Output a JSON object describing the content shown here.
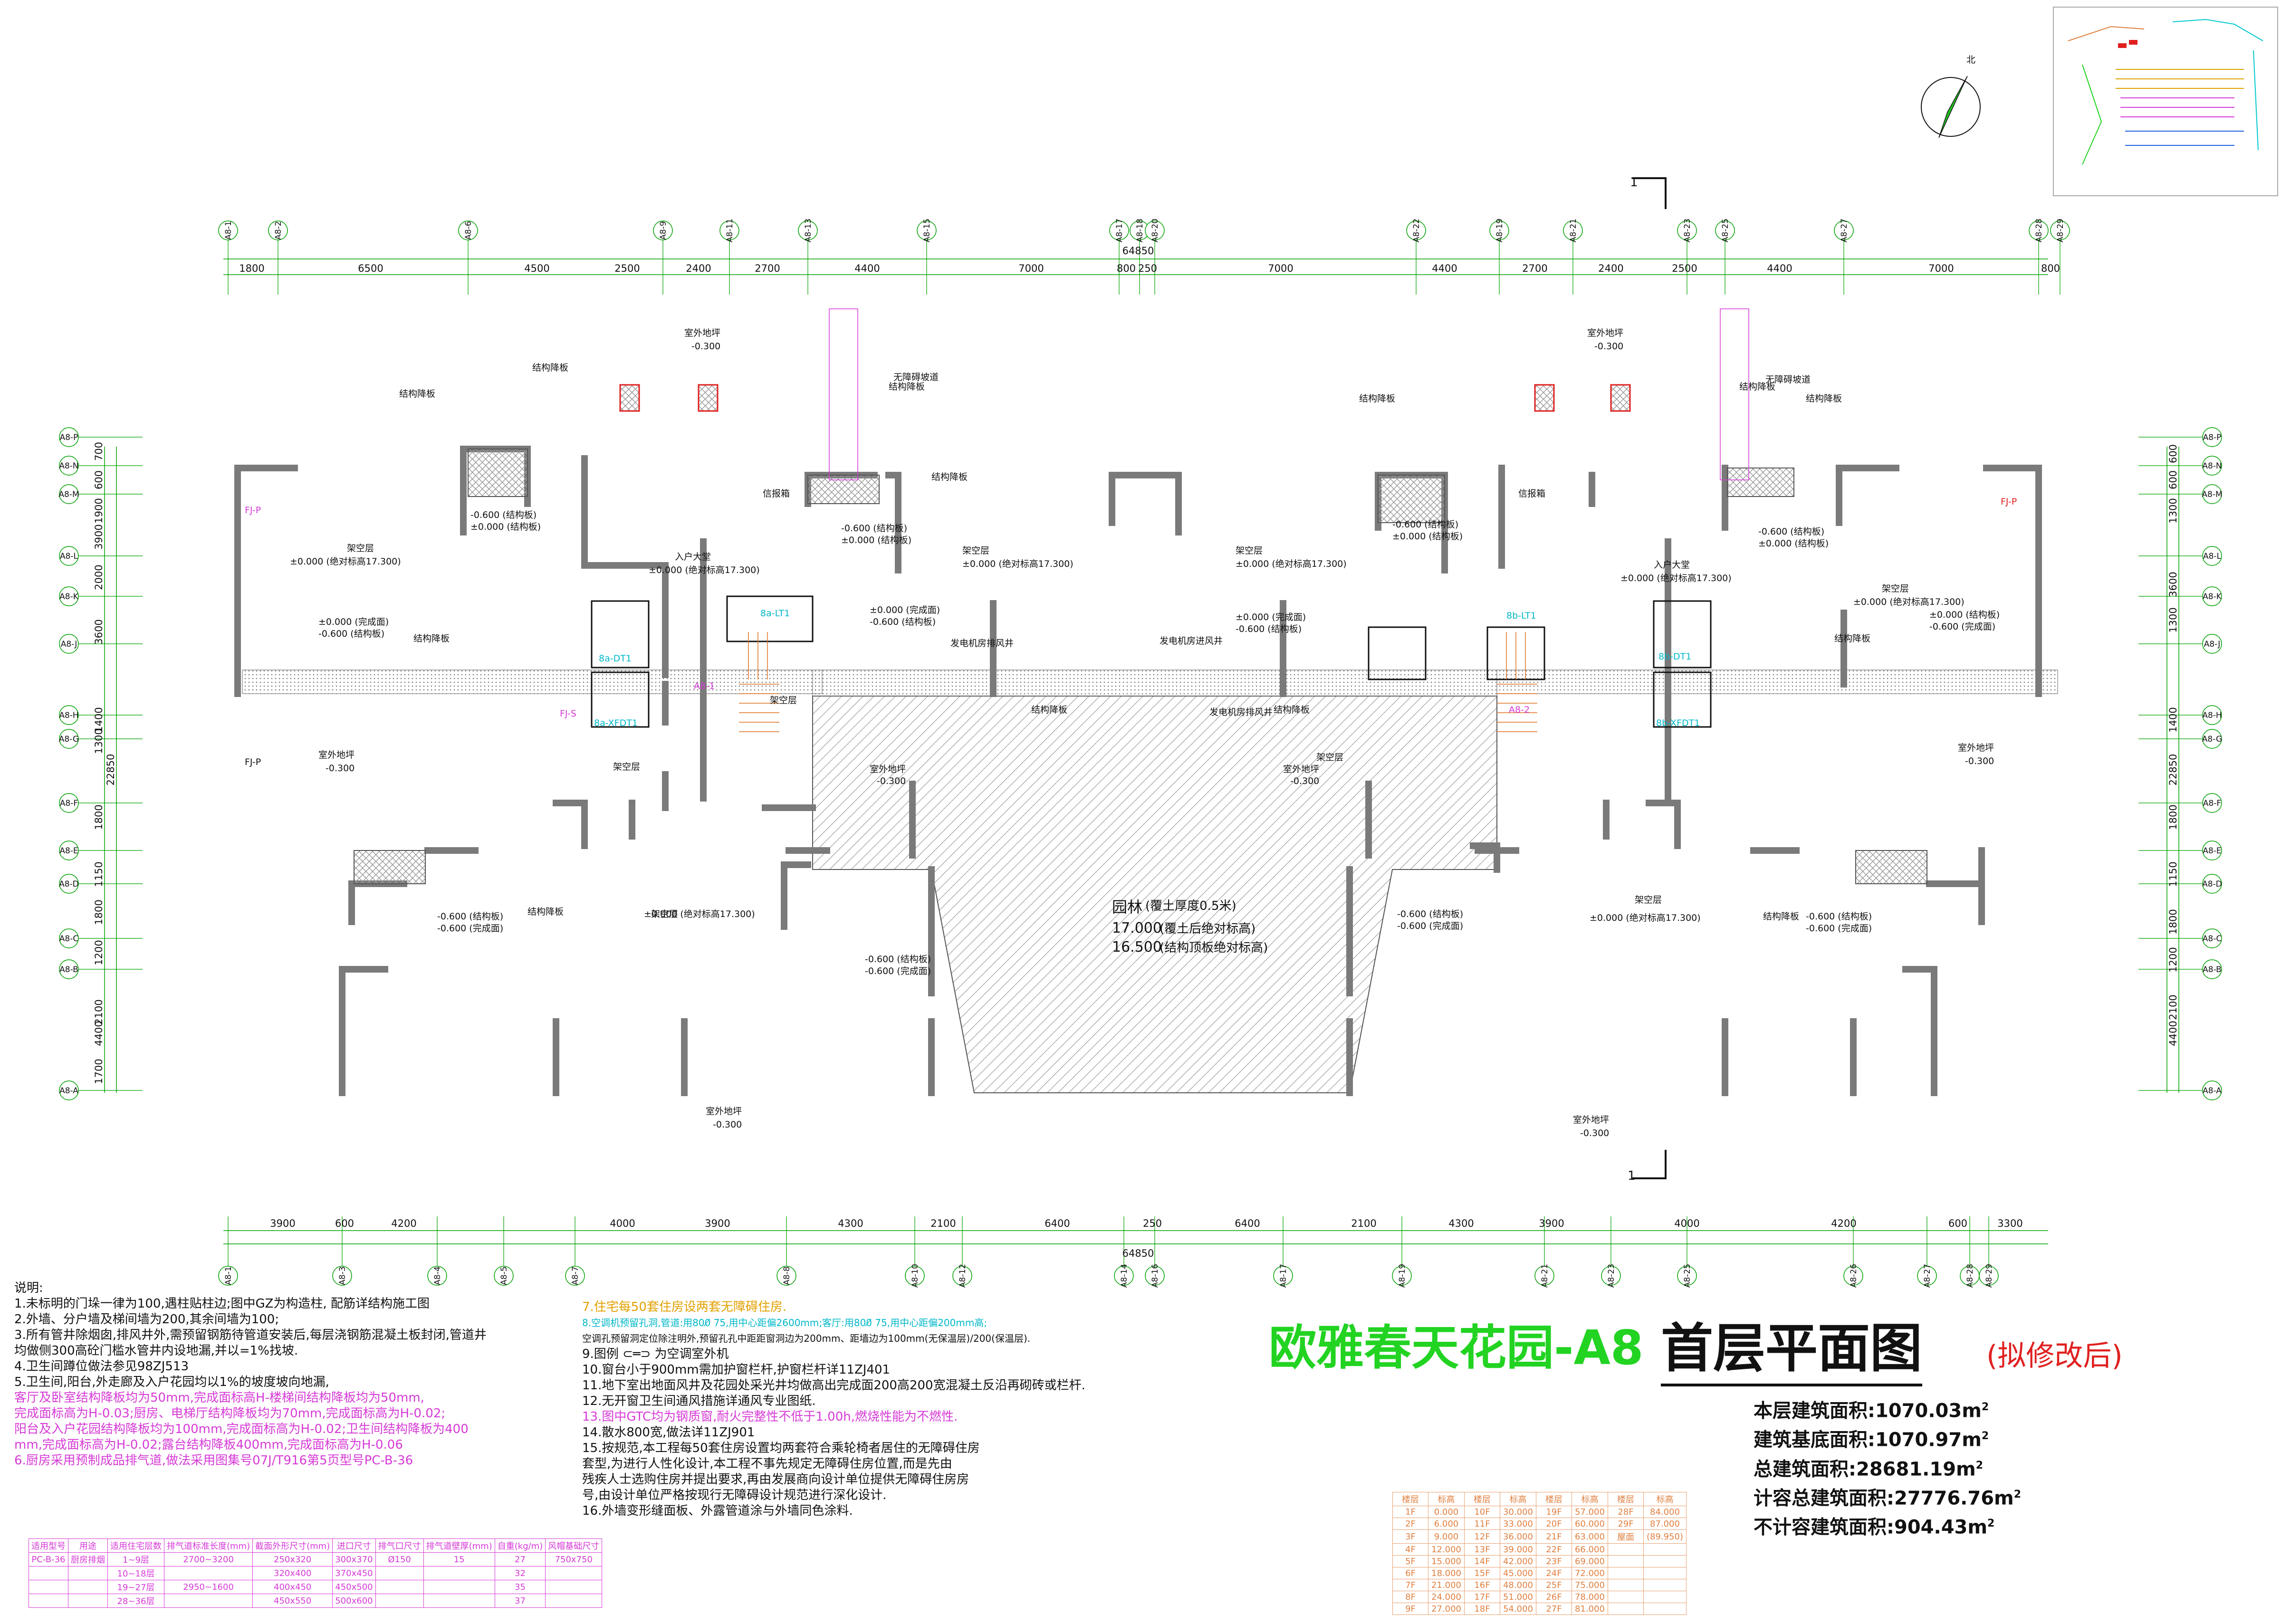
{
  "top_axes": [
    "A8-1",
    "A8-2",
    "A8-6",
    "A8-9",
    "A8-11",
    "A8-13",
    "A8-15",
    "A8-17",
    "A8-18",
    "A8-20",
    "A8-22",
    "A8-19",
    "A8-21",
    "A8-23",
    "A8-25",
    "A8-27",
    "A8-28",
    "A8-29"
  ],
  "bottom_axes": [
    "A8-1",
    "A8-3",
    "A8-4",
    "A8-5",
    "A8-7",
    "A8-8",
    "A8-10",
    "A8-12",
    "A8-14",
    "A8-16",
    "A8-17",
    "A8-19",
    "A8-21",
    "A8-23",
    "A8-25",
    "A8-26",
    "A8-27",
    "A8-28",
    "A8-29"
  ],
  "left_axes": [
    "A8-P",
    "A8-N",
    "A8-M",
    "A8-L",
    "A8-K",
    "A8-J",
    "A8-H",
    "A8-G",
    "A8-F",
    "A8-E",
    "A8-D",
    "A8-C",
    "A8-B",
    "A8-A"
  ],
  "right_axes": [
    "A8-P",
    "A8-N",
    "A8-M",
    "A8-L",
    "A8-K",
    "A8-J",
    "A8-H",
    "A8-G",
    "A8-F",
    "A8-E",
    "A8-D",
    "A8-C",
    "A8-B",
    "A8-A"
  ],
  "top_overall_dim": "64850",
  "bottom_overall_dim": "64850",
  "top_dims": [
    "1800",
    "6500",
    "4500",
    "2500",
    "2400",
    "2700",
    "4400",
    "7000",
    "800",
    "250",
    "7000",
    "4400",
    "2700",
    "2400",
    "2500",
    "4400",
    "7000",
    "800"
  ],
  "bottom_dims": [
    "3900",
    "600",
    "4200",
    "4000",
    "3900",
    "4300",
    "2100",
    "6400",
    "250",
    "6400",
    "2100",
    "4300",
    "3900",
    "4000",
    "4200",
    "600",
    "3300"
  ],
  "left_dims": [
    "700",
    "600",
    "1900",
    "3900",
    "2000",
    "3600",
    "1400",
    "1300",
    "1800",
    "1150",
    "1800",
    "1200",
    "2100",
    "4400",
    "1700"
  ],
  "right_dims": [
    "600",
    "600",
    "1300",
    "3600",
    "1300",
    "1400",
    "22850",
    "1800",
    "1150",
    "1800",
    "1200",
    "2100",
    "4400"
  ],
  "overall_height_dim": "22850",
  "room_labels": {
    "outdoor_ground": "室外地坪",
    "outdoor_level": "-0.300",
    "stilt_floor": "架空层",
    "stilt_level": "±0.000 (绝对标高17.300)",
    "entrance_hall": "入户大堂",
    "entrance_level": "±0.000 (绝对标高17.300)",
    "mailbox": "信报箱",
    "lower_plate": "结构降板",
    "finish_floor": "±0.000 (完成面)",
    "struct_floor": "-0.600 (结构板)",
    "finish_floor2": "-0.600 (完成面)",
    "struct_floor2": "±0.000 (结构板)",
    "barrier_ramp": "无障碍坡道",
    "generator_vent": "发电机房排风井",
    "generator_intake": "发电机房进风井",
    "garden": "园林",
    "garden_soil": "(覆土厚度0.5米)",
    "garden_top": "17.000",
    "garden_top_note": "(覆土后绝对标高)",
    "garden_struct": "16.500",
    "garden_struct_note": "(结构顶板绝对标高)",
    "lift_8a_lt1": "8a-LT1",
    "lift_8a_dt1": "8a-DT1",
    "lift_8a_xfdt1": "8a-XFDT1",
    "lift_8b_lt1": "8b-LT1",
    "lift_8b_dt1": "8b-DT1",
    "lift_8b_xfdt1": "8b-XFDT1",
    "fjp": "FJ-P",
    "fjs": "FJ-S",
    "section_mark": "1",
    "north": "北",
    "stair_a": "A8-1",
    "stair_b": "A8-2"
  },
  "notes_left": [
    "说明:",
    "1.未标明的门垛一律为100,遇柱贴柱边;图中GZ为构造柱, 配筋详结构施工图",
    "2.外墙、分户墙及梯间墙为200,其余间墙为100;",
    "3.所有管井除烟囱,排风井外,需预留钢筋待管道安装后,每层浇钢筋混凝土板封闭,管道井",
    "   均做侧300高砼门槛水管井内设地漏,并以=1%找坡.",
    "4.卫生间蹲位做法参见98ZJ513",
    "5.卫生间,阳台,外走廊及入户花园均以1%的坡度坡向地漏,"
  ],
  "notes_left_magenta": [
    "   客厅及卧室结构降板均为50mm,完成面标高H-楼梯间结构降板均为50mm,",
    "   完成面标高为H-0.03;厨房、电梯厅结构降板均为70mm,完成面标高为H-0.02;",
    "   阳台及入户花园结构降板均为100mm,完成面标高为H-0.02;卫生间结构降板为400",
    "   mm,完成面标高为H-0.02;露台结构降板400mm,完成面标高为H-0.06",
    "6.厨房采用预制成品排气道,做法采用图集号07J/T916第5页型号PC-B-36"
  ],
  "notes_right": [
    "7.住宅每50套住房设两套无障碍住房.",
    "8.空调机预留孔洞,管道:用800̸ 75,用中心距偏2600mm;客厅:用800̸ 75,用中心距偏200mm高;",
    "   空调孔预留洞定位除注明外,预留孔孔中距距窗洞边为200mm、距墙边为100mm(无保温层)/200(保温层).",
    "9.图例 ⊂═⊃ 为空调室外机",
    "10.窗台小于900mm需加护窗栏杆,护窗栏杆详11ZJ401",
    "11.地下室出地面风井及花园处采光井均做高出完成面200高200宽混凝土反沿再砌砖或栏杆.",
    "12.无开窗卫生间通风措施详通风专业图纸.",
    "13.图中GTC均为钢质窗,耐火完整性不低于1.00h,燃烧性能为不燃性.",
    "14.散水800宽,做法详11ZJ901",
    "15.按规范,本工程每50套住房设置均两套符合乘轮椅者居住的无障碍住房",
    "   套型,为进行人性化设计,本工程不事先规定无障碍住房位置,而是先由",
    "   残疾人士选购住房并提出要求,再由发展商向设计单位提供无障碍住房房",
    "   号,由设计单位严格按现行无障碍设计规范进行深化设计.",
    "16.外墙变形缝面板、外露管道涂与外墙同色涂料."
  ],
  "title": {
    "project": "欧雅春天花园-A8",
    "plan": "首层平面图",
    "note": "(拟修改后)"
  },
  "areas": [
    {
      "label": "本层建筑面积:",
      "value": "1070.03m",
      "sup": "2"
    },
    {
      "label": "建筑基底面积:",
      "value": "1070.97m",
      "sup": "2"
    },
    {
      "label": "总建筑面积:",
      "value": "28681.19m",
      "sup": "2"
    },
    {
      "label": "计容总建筑面积:",
      "value": "27776.76m",
      "sup": "2"
    },
    {
      "label": "不计容建筑面积:",
      "value": "904.43m",
      "sup": "2"
    }
  ],
  "level_table": {
    "header": [
      "楼层",
      "标高",
      "楼层",
      "标高",
      "楼层",
      "标高",
      "楼层",
      "标高"
    ],
    "rows": [
      [
        "1F",
        "0.000",
        "10F",
        "30.000",
        "19F",
        "57.000",
        "28F",
        "84.000"
      ],
      [
        "2F",
        "6.000",
        "11F",
        "33.000",
        "20F",
        "60.000",
        "29F",
        "87.000"
      ],
      [
        "3F",
        "9.000",
        "12F",
        "36.000",
        "21F",
        "63.000",
        "屋面",
        "(89.950)"
      ],
      [
        "4F",
        "12.000",
        "13F",
        "39.000",
        "22F",
        "66.000",
        "",
        ""
      ],
      [
        "5F",
        "15.000",
        "14F",
        "42.000",
        "23F",
        "69.000",
        "",
        ""
      ],
      [
        "6F",
        "18.000",
        "15F",
        "45.000",
        "24F",
        "72.000",
        "",
        ""
      ],
      [
        "7F",
        "21.000",
        "16F",
        "48.000",
        "25F",
        "75.000",
        "",
        ""
      ],
      [
        "8F",
        "24.000",
        "17F",
        "51.000",
        "26F",
        "78.000",
        "",
        ""
      ],
      [
        "9F",
        "27.000",
        "18F",
        "54.000",
        "27F",
        "81.000",
        "",
        ""
      ]
    ]
  },
  "duct_table": {
    "rows": [
      [
        "适用型号",
        "用途",
        "适用住宅层数",
        "排气道标准长度(mm)",
        "截面外形尺寸(mm)",
        "进口尺寸",
        "排气口尺寸",
        "排气道壁厚(mm)",
        "自重(kg/m)",
        "风帽基础尺寸"
      ],
      [
        "PC-B-36",
        "厨房排烟",
        "1~9层",
        "2700~3200",
        "250x320",
        "300x370",
        "Ø150",
        "15",
        "27",
        "750x750"
      ],
      [
        "",
        "",
        "10~18层",
        "",
        "320x400",
        "370x450",
        "",
        "",
        "32",
        ""
      ],
      [
        "",
        "",
        "19~27层",
        "2950~1600",
        "400x450",
        "450x500",
        "",
        "",
        "35",
        ""
      ],
      [
        "",
        "",
        "28~36层",
        "",
        "450x550",
        "500x600",
        "",
        "",
        "37",
        ""
      ]
    ]
  },
  "colors": {
    "wall": "#808080",
    "axis_line": "#00a000",
    "dim_line": "#00a000",
    "magenta": "#d63ad6",
    "title_green": "#22d322",
    "red": "#e02020"
  }
}
